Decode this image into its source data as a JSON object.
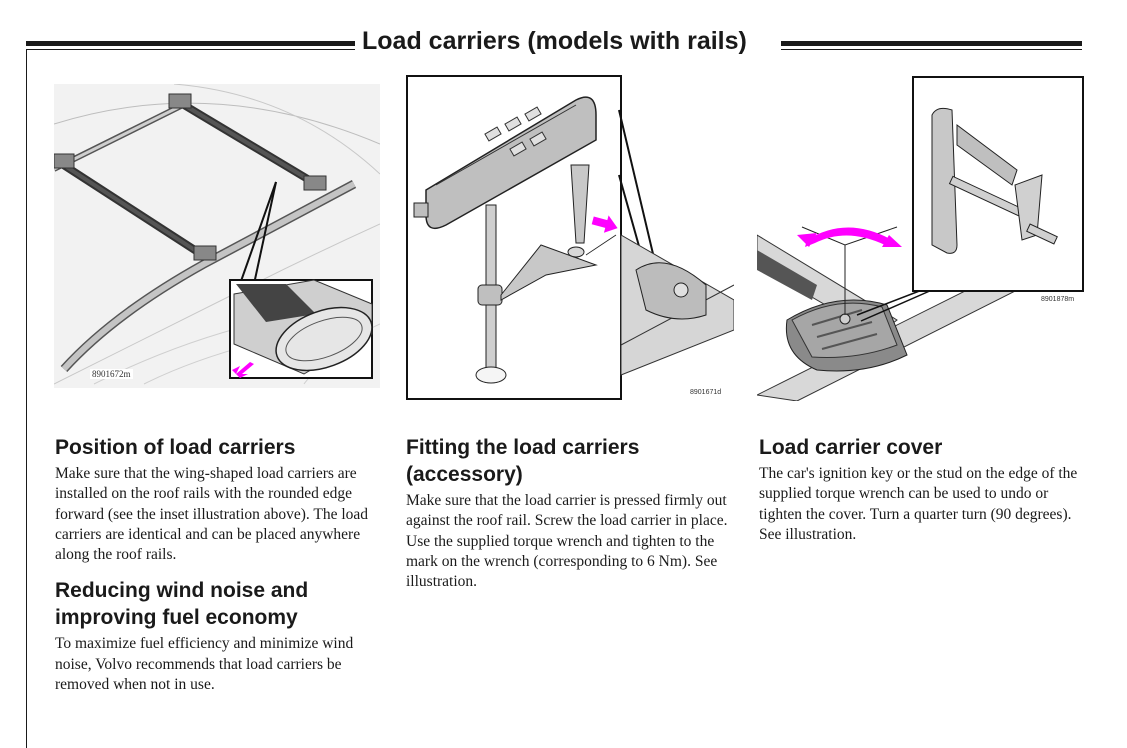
{
  "page": {
    "title": "Load carriers (models with rails)"
  },
  "figures": [
    {
      "id_label": "8901672m",
      "description": "Roof with two load carriers mounted on roof rails, inset showing wing-shaped carrier profile with arrow indicating forward direction",
      "arrow_color": "#ff00ff"
    },
    {
      "id_label": "8901671d",
      "description": "Supplied torque wrench with inset showing load carrier attachment screw",
      "arrow_color": "#ff00ff"
    },
    {
      "id_label": "8901878m",
      "description": "Load carrier foot cover with quarter-turn arrow, inset showing key/stud used to turn cover",
      "arrow_color": "#ff00ff"
    }
  ],
  "sections": [
    {
      "heading": "Position of load carriers",
      "body": "Make sure that the wing-shaped load carriers are installed on the roof rails with the rounded edge forward (see the inset illustration above). The load carriers are identical and can be placed anywhere along the roof rails."
    },
    {
      "heading": "Reducing wind noise and improving fuel economy",
      "body": "To maximize fuel efficiency and minimize wind noise, Volvo recommends that load carriers be removed when not in use."
    },
    {
      "heading": "Fitting the load carriers (accessory)",
      "body": "Make sure that the load carrier is pressed firmly out against the roof rail. Screw the load carrier in place. Use the supplied torque wrench and tighten to the mark on the wrench (corresponding to 6 Nm). See illustration."
    },
    {
      "heading": "Load carrier cover",
      "body": "The car's ignition key or the stud on the edge of the supplied torque wrench can be used to undo or tighten the cover. Turn a quarter turn (90 degrees). See illustration."
    }
  ]
}
